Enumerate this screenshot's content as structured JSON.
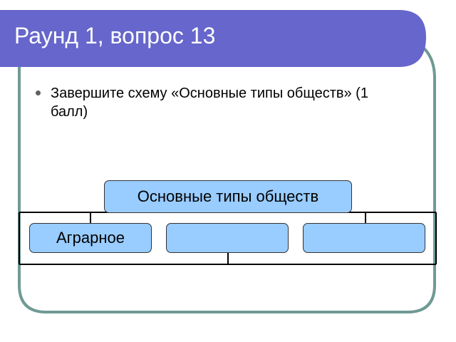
{
  "slide": {
    "title": "Раунд 1, вопрос  13",
    "bullet": "Завершите схему «Основные типы обществ» (1 балл)",
    "colors": {
      "header": "#6666cc",
      "frame": "#6f9a94",
      "box_fill": "#99ccff",
      "box_border": "#333333"
    }
  },
  "diagram": {
    "root": "Основные типы обществ",
    "children": [
      "Аграрное",
      "",
      ""
    ]
  }
}
